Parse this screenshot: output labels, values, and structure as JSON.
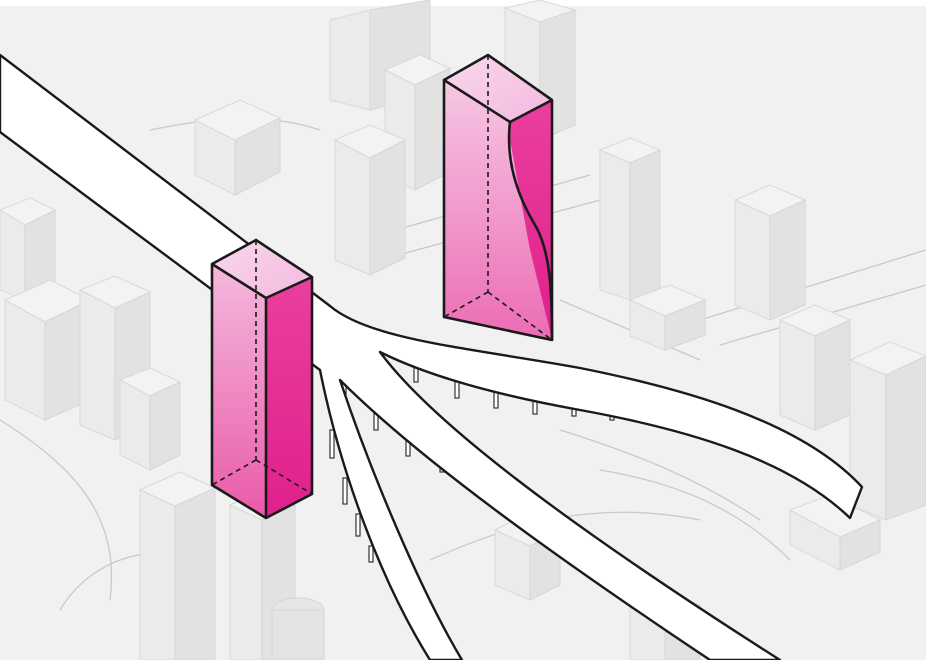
{
  "colors": {
    "background": "#ffffff",
    "ground": "#f1f1f1",
    "context_buildings": "#ebebeb",
    "highlight_light": "#f6c6e4",
    "highlight_mid": "#f08bc6",
    "highlight_dark": "#e3238f",
    "outline": "#1a1a1a"
  },
  "elements": {
    "highlighted_towers": 2,
    "elevated_road_branches": 3,
    "tower_with_curved_face": "right"
  }
}
